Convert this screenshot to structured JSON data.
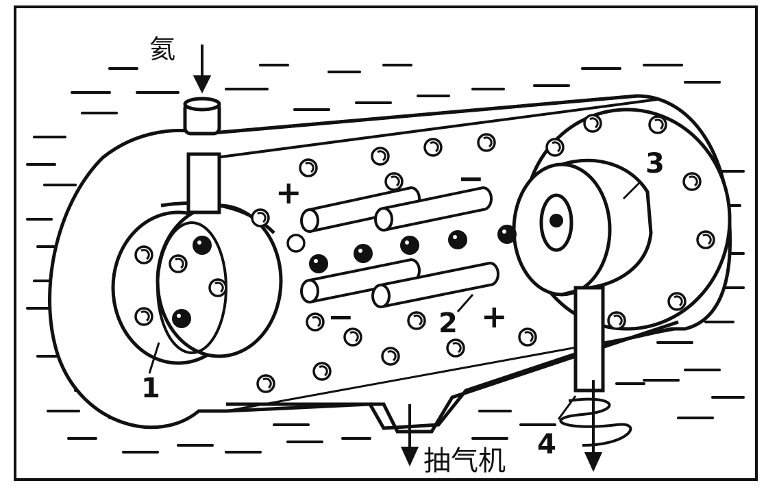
{
  "labels": {
    "gas_inlet": "氦",
    "pump": "抽气机",
    "n1": "1",
    "n2": "2",
    "n3": "3",
    "n4": "4"
  },
  "signs": {
    "plus": "+",
    "minus": "−"
  },
  "colors": {
    "ink": "#111111",
    "paper": "#ffffff"
  }
}
